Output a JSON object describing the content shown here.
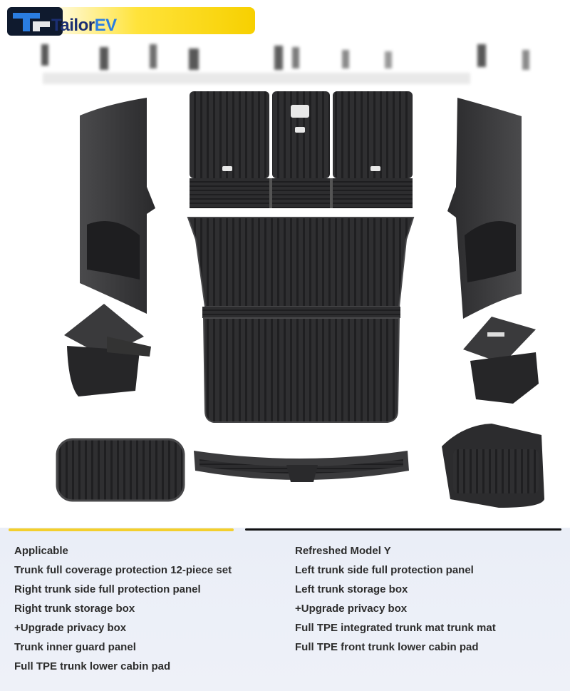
{
  "brand": {
    "name_part1": "Tailor",
    "name_part2": "EV"
  },
  "specs": {
    "left": [
      "Applicable",
      "Trunk full coverage protection 12-piece set",
      "Right trunk side full protection panel",
      "Right trunk storage box",
      "+Upgrade privacy box",
      "Trunk inner guard panel",
      "Full TPE trunk lower cabin pad"
    ],
    "right": [
      "Refreshed Model Y",
      "Left trunk side full protection panel",
      "Left trunk storage box",
      "+Upgrade privacy box",
      "Full TPE integrated trunk mat trunk mat",
      "Full TPE front trunk lower cabin pad"
    ]
  },
  "colors": {
    "accent_yellow": "#f3cf2d",
    "brand_blue": "#1b2f73",
    "panel_bg": "#eaeef7",
    "part_dark": "#2f2f31"
  }
}
